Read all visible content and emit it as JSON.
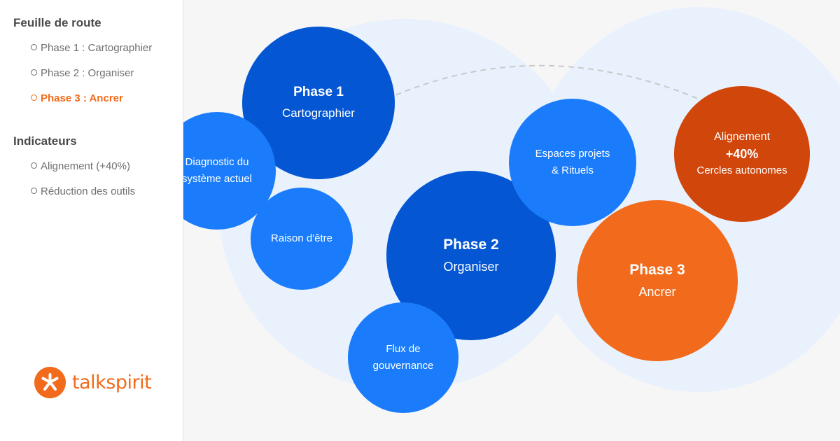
{
  "sidebar": {
    "roadmap_title": "Feuille de route",
    "phases": [
      {
        "label": "Phase 1 : Cartographier",
        "active": false
      },
      {
        "label": "Phase 2 : Organiser",
        "active": false
      },
      {
        "label": "Phase 3 : Ancrer",
        "active": true
      }
    ],
    "indicators_title": "Indicateurs",
    "indicators": [
      {
        "label": "Alignement (+40%)"
      },
      {
        "label": "Réduction des outils"
      }
    ]
  },
  "logo": {
    "text": "talkspirit"
  },
  "diagram": {
    "phase1": {
      "title": "Phase 1",
      "subtitle": "Cartographier"
    },
    "phase2": {
      "title": "Phase 2",
      "subtitle": "Organiser"
    },
    "phase3": {
      "title": "Phase 3",
      "subtitle": "Ancrer"
    },
    "diagnostic": {
      "line1": "Diagnostic du",
      "line2": "système actuel"
    },
    "raison": {
      "label": "Raison d'être"
    },
    "flux": {
      "line1": "Flux de",
      "line2": "gouvernance"
    },
    "espaces": {
      "line1": "Espaces projets",
      "line2": "& Rituels"
    },
    "alignement": {
      "line1": "Alignement",
      "value": "+40%",
      "line3": "Cercles autonomes"
    }
  },
  "colors": {
    "orange": "#f26a1b",
    "dark_orange": "#d1460a",
    "dark_blue": "#0456d2",
    "blue": "#1a7cfb",
    "halo": "#e9f1fd"
  }
}
